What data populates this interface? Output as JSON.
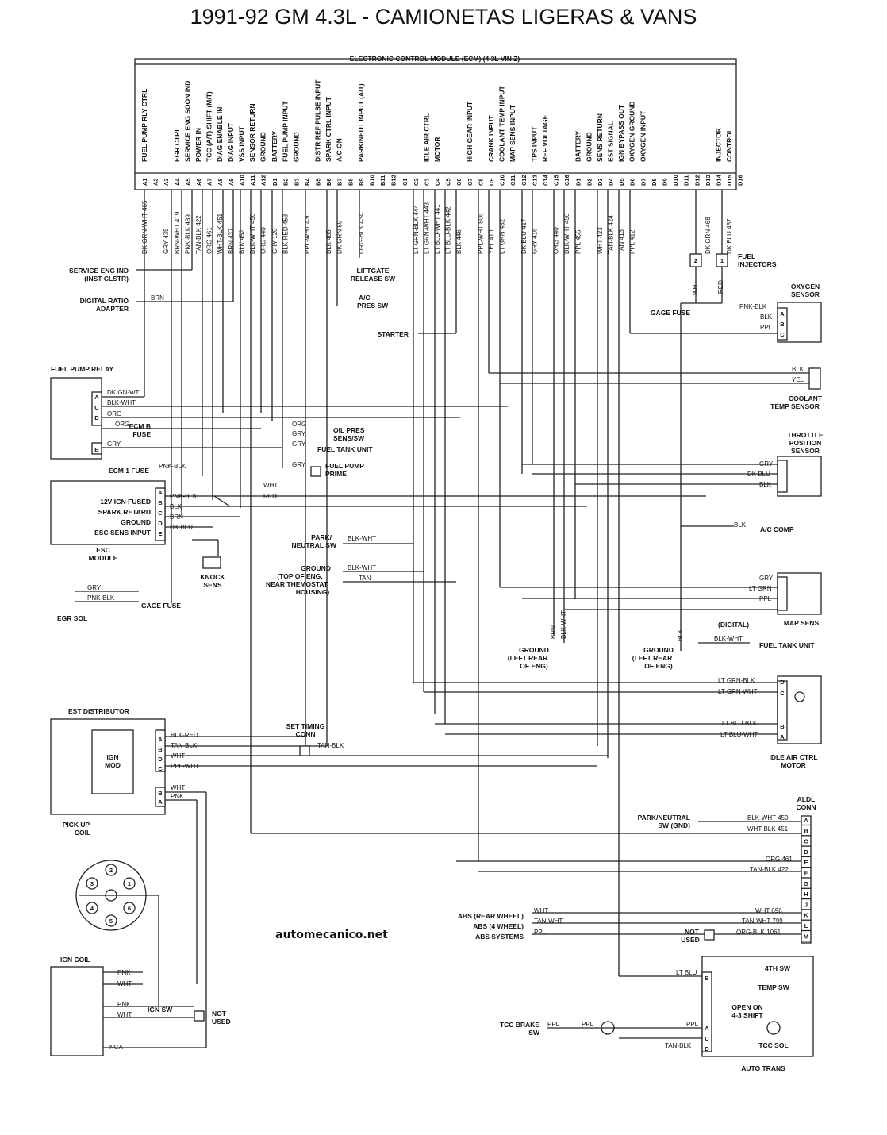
{
  "title": "1991-92 GM 4.3L - CAMIONETAS LIGERAS & VANS",
  "watermark": "automecanico.net",
  "ecm": {
    "title": "ELECTRONIC CONTROL MODULE (ECM) (4.3L VIN Z)",
    "functions": {
      "A1": "FUEL PUMP RLY CTRL",
      "A4": "EGR CTRL",
      "A5": "SERVICE ENG SOON IND",
      "A6": "POWER IN",
      "A7": "TCC (A/T) SHIFT (M/T)",
      "A8": "DIAG ENABLE IN",
      "A9": "DIAG INPUT",
      "A10": "VSS INPUT",
      "A11": "SENSOR RETURN",
      "A12": "GROUND",
      "B1": "BATTERY",
      "B2": "FUEL PUMP INPUT",
      "B3": "GROUND",
      "B5": "DISTR REF PULSE INPUT",
      "B6": "SPARK CTRL INPUT",
      "B7": "A/C ON",
      "B9": "PARK/NEUT INPUT (A/T)",
      "C3": "IDLE AIR CTRL",
      "C4": "MOTOR",
      "C7": "HIGH GEAR INPUT",
      "C9": "CRANK INPUT",
      "C10": "COOLANT TEMP INPUT",
      "C11": "MAP SENS INPUT",
      "C13": "TPS INPUT",
      "C14": "REF VOLTAGE",
      "D1": "BATTERY",
      "D2": "GROUND",
      "D3": "SENS RETURN",
      "D4": "EST SIGNAL",
      "D5": "IGN BYPASS OUT",
      "D6": "OXYGEN GROUND",
      "D7": "OXYGEN INPUT",
      "D14": "INJECTOR",
      "D15": "CONTROL"
    },
    "pins": [
      "A1",
      "A2",
      "A3",
      "A4",
      "A5",
      "A6",
      "A7",
      "A8",
      "A9",
      "A10",
      "A11",
      "A12",
      "B1",
      "B2",
      "B3",
      "B4",
      "B5",
      "B6",
      "B7",
      "B8",
      "B9",
      "B10",
      "B11",
      "B12",
      "C1",
      "C2",
      "C3",
      "C4",
      "C5",
      "C6",
      "C7",
      "C8",
      "C9",
      "C10",
      "C11",
      "C12",
      "C13",
      "C14",
      "C15",
      "C16",
      "D1",
      "D2",
      "D3",
      "D4",
      "D5",
      "D6",
      "D7",
      "D8",
      "D9",
      "D10",
      "D11",
      "D12",
      "D13",
      "D14",
      "D15",
      "D16"
    ],
    "wires": {
      "A1": "DK GRN-WHT 465",
      "A3": "GRY 435",
      "A4": "BRN-WHT 419",
      "A5": "PNK-BLK 439",
      "A6": "TAN-BLK 422",
      "A7": "ORG 461",
      "A8": "WHT-BLK 451",
      "A9": "BRN 437",
      "A10": "BLK 452",
      "A11": "BLK-WHT 450",
      "A12": "ORG 440",
      "B1": "GRY 120",
      "B2": "BLK-RED 453",
      "B4": "PPL-WHT 430",
      "B6": "BLK 485",
      "B7": "DK GRN 59",
      "B9": "ORG-BLK 434",
      "C2": "LT GRN-BLK 444",
      "C3": "LT GRN-WHT 443",
      "C4": "LT BLU-WHT 441",
      "C5": "LT BLU-BLK 442",
      "C6": "BLK 446",
      "C8": "PPL-WHT 806",
      "C9": "YEL 410",
      "C10": "LT GRN 432",
      "C12": "DK BLU 417",
      "C13": "GRY 416",
      "C15": "ORG 440",
      "C16": "BLK-WHT 450",
      "D1": "PPL 455",
      "D3": "WHT 423",
      "D4": "TAN-BLK 424",
      "D5": "TAN 413",
      "D6": "PPL 412",
      "D13": "DK GRN 468",
      "D15": "DK BLU 467"
    }
  },
  "components": {
    "service_eng": "SERVICE ENG IND",
    "service_eng2": "(INST CLSTR)",
    "digital_ratio": "DIGITAL RATIO",
    "digital_ratio2": "ADAPTER",
    "liftgate": "LIFTGATE",
    "liftgate2": "RELEASE SW",
    "ac_pres": "A/C",
    "ac_pres2": "PRES SW",
    "starter": "STARTER",
    "fuel_injectors": "FUEL",
    "fuel_injectors2": "INJECTORS",
    "oxygen_sensor": "OXYGEN",
    "oxygen_sensor2": "SENSOR",
    "gage_fuse": "GAGE FUSE",
    "fuel_pump_relay": "FUEL PUMP RELAY",
    "ecm_b_fuse": "ECM B",
    "ecm_b_fuse2": "FUSE",
    "oil_pres": "OIL PRES",
    "oil_pres2": "SENS/SW",
    "fuel_tank_unit": "FUEL TANK UNIT",
    "fuel_pump_prime": "FUEL PUMP",
    "fuel_pump_prime2": "PRIME",
    "coolant_temp": "COOLANT",
    "coolant_temp2": "TEMP SENSOR",
    "throttle_pos": "THROTTLE",
    "throttle_pos2": "POSITION",
    "throttle_pos3": "SENSOR",
    "ecm1_fuse": "ECM 1 FUSE",
    "esc_ign": "12V IGN FUSED",
    "esc_spark": "SPARK RETARD",
    "esc_ground": "GROUND",
    "esc_input": "ESC SENS INPUT",
    "esc_module": "ESC",
    "esc_module2": "MODULE",
    "knock": "KNOCK",
    "knock2": "SENS",
    "egr_sol": "EGR SOL",
    "park_neutral": "PARK/",
    "park_neutral2": "NEUTRAL SW",
    "ground_top": "GROUND",
    "ground_top2": "(TOP OF ENG,",
    "ground_top3": "NEAR THEMOSTAT",
    "ground_top4": "HOUSING)",
    "ac_comp": "A/C COMP",
    "map_sens": "MAP SENS",
    "digital": "(DIGITAL)",
    "ground_left": "GROUND",
    "ground_left2": "(LEFT REAR",
    "ground_left3": "OF ENG)",
    "est_distributor": "EST DISTRIBUTOR",
    "ign_mod": "IGN",
    "ign_mod2": "MOD",
    "set_timing": "SET TIMING",
    "set_timing2": "CONN",
    "pickup_coil": "PICK UP",
    "pickup_coil2": "COIL",
    "iac_motor": "IDLE AIR CTRL",
    "iac_motor2": "MOTOR",
    "aldl": "ALDL",
    "aldl2": "CONN",
    "park_neutral_gnd": "PARK/NEUTRAL",
    "park_neutral_gnd2": "SW (GND)",
    "abs_rear": "ABS (REAR WHEEL)",
    "abs_4": "ABS (4 WHEEL)",
    "abs_sys": "ABS SYSTEMS",
    "not_used": "NOT",
    "not_used2": "USED",
    "ign_coil": "IGN COIL",
    "ign_sw": "IGN SW",
    "tcc_brake": "TCC BRAKE",
    "tcc_brake2": "SW",
    "fourth_sw": "4TH SW",
    "temp_sw": "TEMP SW",
    "open_on": "OPEN ON",
    "open_on2": "4-3 SHIFT",
    "tcc_sol": "TCC SOL",
    "auto_trans": "AUTO TRANS"
  },
  "wire_labels": {
    "brn": "BRN",
    "dkgrnwt": "DK GN-WT",
    "blkwht": "BLK-WHT",
    "org": "ORG",
    "gry": "GRY",
    "pnkblk": "PNK-BLK",
    "wht": "WHT",
    "red": "RED",
    "blk": "BLK",
    "dkblu": "DK BLU",
    "yel": "YEL",
    "tan": "TAN",
    "ltgrn": "LT GRN",
    "ppl": "PPL",
    "blkred": "BLK-RED",
    "tanblk": "TAN-BLK",
    "pplwht": "PPL-WHT",
    "pnk": "PNK",
    "nca": "NCA",
    "ltgrnblk": "LT GRN-BLK",
    "ltgrnwht": "LT GRN-WHT",
    "ltblublk": "LT BLU-BLK",
    "ltbluwht": "LT BLU-WHT",
    "ltblu": "LT BLU",
    "tanwht": "TAN-WHT",
    "aldl_a": "BLK-WHT 450",
    "aldl_b": "WHT-BLK 451",
    "aldl_e": "ORG 461",
    "aldl_f": "TAN-BLK 422",
    "aldl_k": "WHT 696",
    "aldl_l": "TAN-WHT 799",
    "aldl_m": "ORG-BLK 1061"
  },
  "aldl_pins": [
    "A",
    "B",
    "C",
    "D",
    "E",
    "F",
    "G",
    "H",
    "J",
    "K",
    "L",
    "M"
  ]
}
